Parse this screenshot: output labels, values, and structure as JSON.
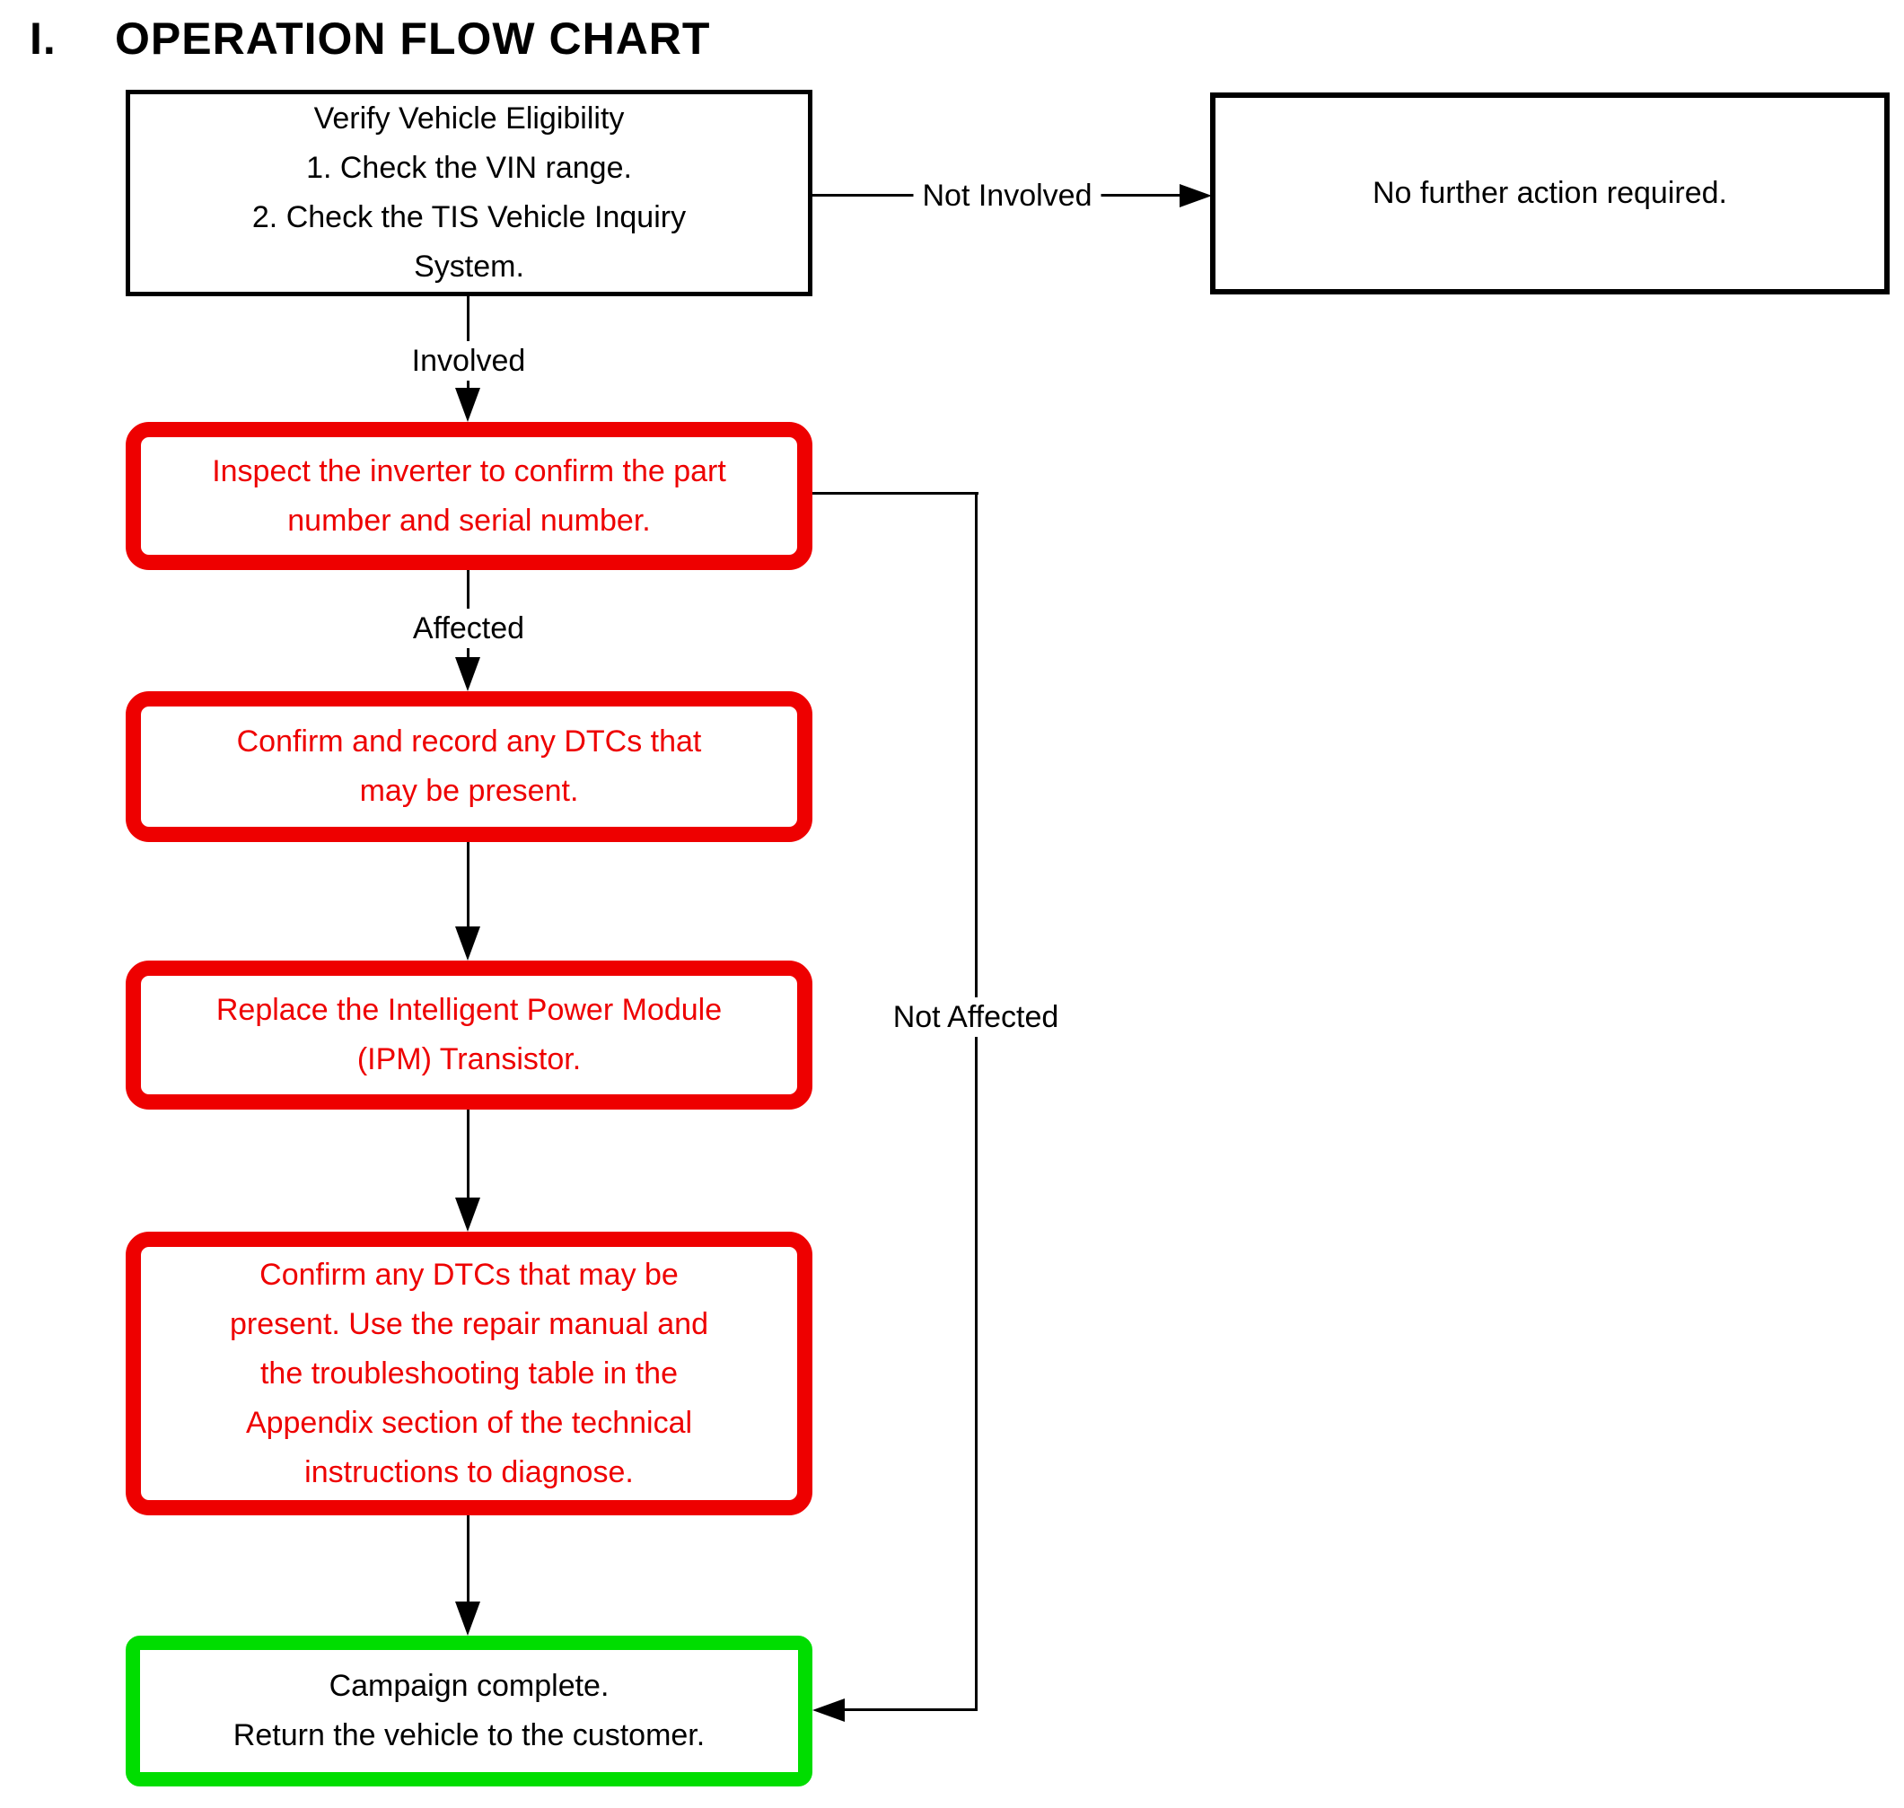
{
  "title": {
    "numeral": "I.",
    "text": "OPERATION FLOW CHART"
  },
  "colors": {
    "action_step": "#ee0000",
    "complete_step": "#00dd00",
    "neutral": "#000000",
    "background": "#ffffff"
  },
  "nodes": {
    "verify_eligibility": {
      "lines": [
        "Verify Vehicle Eligibility",
        "1. Check the VIN range.",
        "2. Check the TIS Vehicle Inquiry",
        "System."
      ]
    },
    "no_further_action": {
      "lines": [
        "No further action required."
      ]
    },
    "inspect_inverter": {
      "lines": [
        "Inspect the inverter to confirm the part",
        "number and serial number."
      ]
    },
    "confirm_record_dtcs": {
      "lines": [
        "Confirm and record any DTCs that",
        "may be present."
      ]
    },
    "replace_ipm": {
      "lines": [
        "Replace the Intelligent Power Module",
        "(IPM) Transistor."
      ]
    },
    "confirm_dtcs_diagnose": {
      "lines": [
        "Confirm any DTCs that may be",
        "present. Use the repair manual and",
        "the troubleshooting table in the",
        "Appendix section of the technical",
        "instructions to diagnose."
      ]
    },
    "campaign_complete": {
      "lines": [
        "Campaign complete.",
        "Return the vehicle to the customer."
      ]
    }
  },
  "edge_labels": {
    "not_involved": "Not Involved",
    "involved": "Involved",
    "affected": "Affected",
    "not_affected": "Not Affected"
  }
}
